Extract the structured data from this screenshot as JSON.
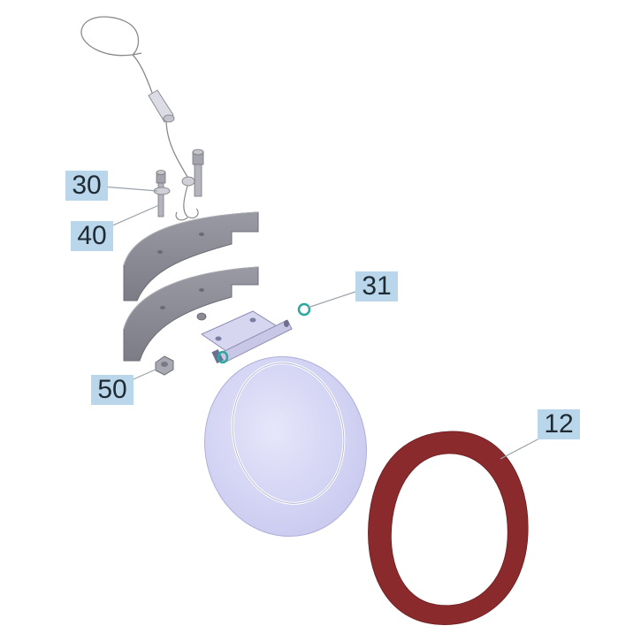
{
  "callouts": [
    {
      "id": "30",
      "label": "30"
    },
    {
      "id": "40",
      "label": "40"
    },
    {
      "id": "31",
      "label": "31"
    },
    {
      "id": "50",
      "label": "50"
    },
    {
      "id": "12",
      "label": "12"
    }
  ],
  "colors": {
    "callout_bg": "#b9d6ea",
    "gasket": "#8b2a2c",
    "disc": "#d9d9f7",
    "weight": "#8c8c96",
    "clip": "#2ca7a0",
    "wire": "#8a8a8a"
  }
}
